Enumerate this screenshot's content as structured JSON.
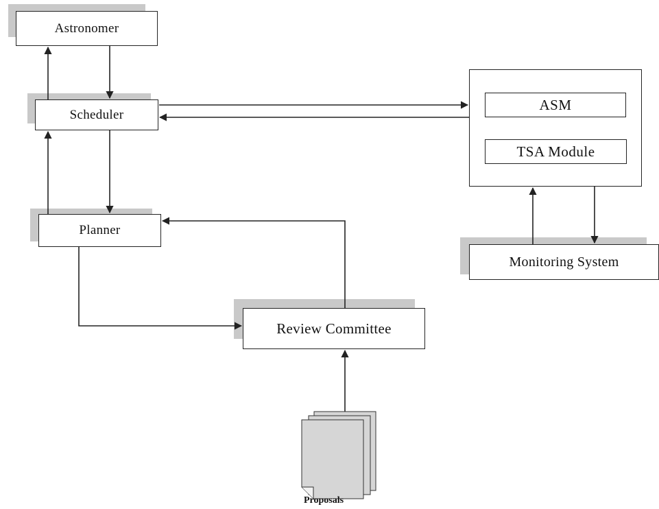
{
  "diagram": {
    "nodes": {
      "astronomer": "Astronomer",
      "scheduler": "Scheduler",
      "planner": "Planner",
      "review_committee": "Review Committee",
      "monitoring_system": "Monitoring System",
      "asm": "ASM",
      "tsa_module": "TSA Module",
      "proposals": "Proposals"
    },
    "edges": [
      {
        "from": "scheduler",
        "to": "astronomer"
      },
      {
        "from": "astronomer",
        "to": "scheduler"
      },
      {
        "from": "scheduler",
        "to": "asm_system"
      },
      {
        "from": "asm_system",
        "to": "scheduler"
      },
      {
        "from": "planner",
        "to": "scheduler"
      },
      {
        "from": "scheduler",
        "to": "planner"
      },
      {
        "from": "review_committee",
        "to": "planner"
      },
      {
        "from": "planner",
        "to": "review_committee"
      },
      {
        "from": "monitoring_system",
        "to": "asm_system"
      },
      {
        "from": "asm_system",
        "to": "monitoring_system"
      },
      {
        "from": "proposals",
        "to": "review_committee"
      }
    ],
    "colors": {
      "line": "#222222",
      "shadow": "#c9c9c9",
      "document": "#d6d6d6"
    },
    "icons": {
      "proposals": "document-stack-icon"
    }
  }
}
